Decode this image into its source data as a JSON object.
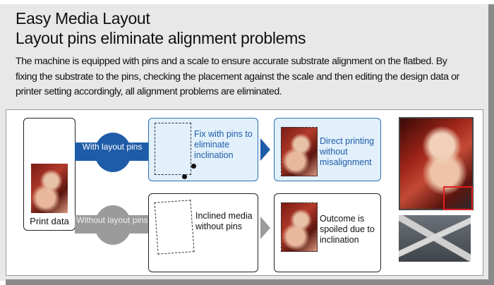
{
  "header": {
    "title_line1": "Easy Media Layout",
    "title_line2": "Layout pins eliminate alignment problems"
  },
  "description": "The machine is equipped with pins and a scale to ensure accurate substrate alignment on the flatbed. By fixing the substrate to the pins, checking the placement against the scale and then editing the design data or printer setting accordingly, all alignment problems are eliminated.",
  "diagram": {
    "source": {
      "label": "Print data"
    },
    "with_pins": {
      "branch_label": "With layout pins",
      "step_text": "Fix with pins to eliminate inclination",
      "result_text": "Direct printing without misalignment",
      "color": "#1f5ca8"
    },
    "without_pins": {
      "branch_label": "Without layout pins",
      "step_text": "Inclined media without pins",
      "result_text": "Outcome is spoiled due to inclination",
      "color": "#9b9b9b"
    },
    "photos": [
      {
        "name": "printed-sample-photo",
        "highlight_color": "#e02020"
      },
      {
        "name": "layout-pin-closeup-photo"
      }
    ]
  }
}
